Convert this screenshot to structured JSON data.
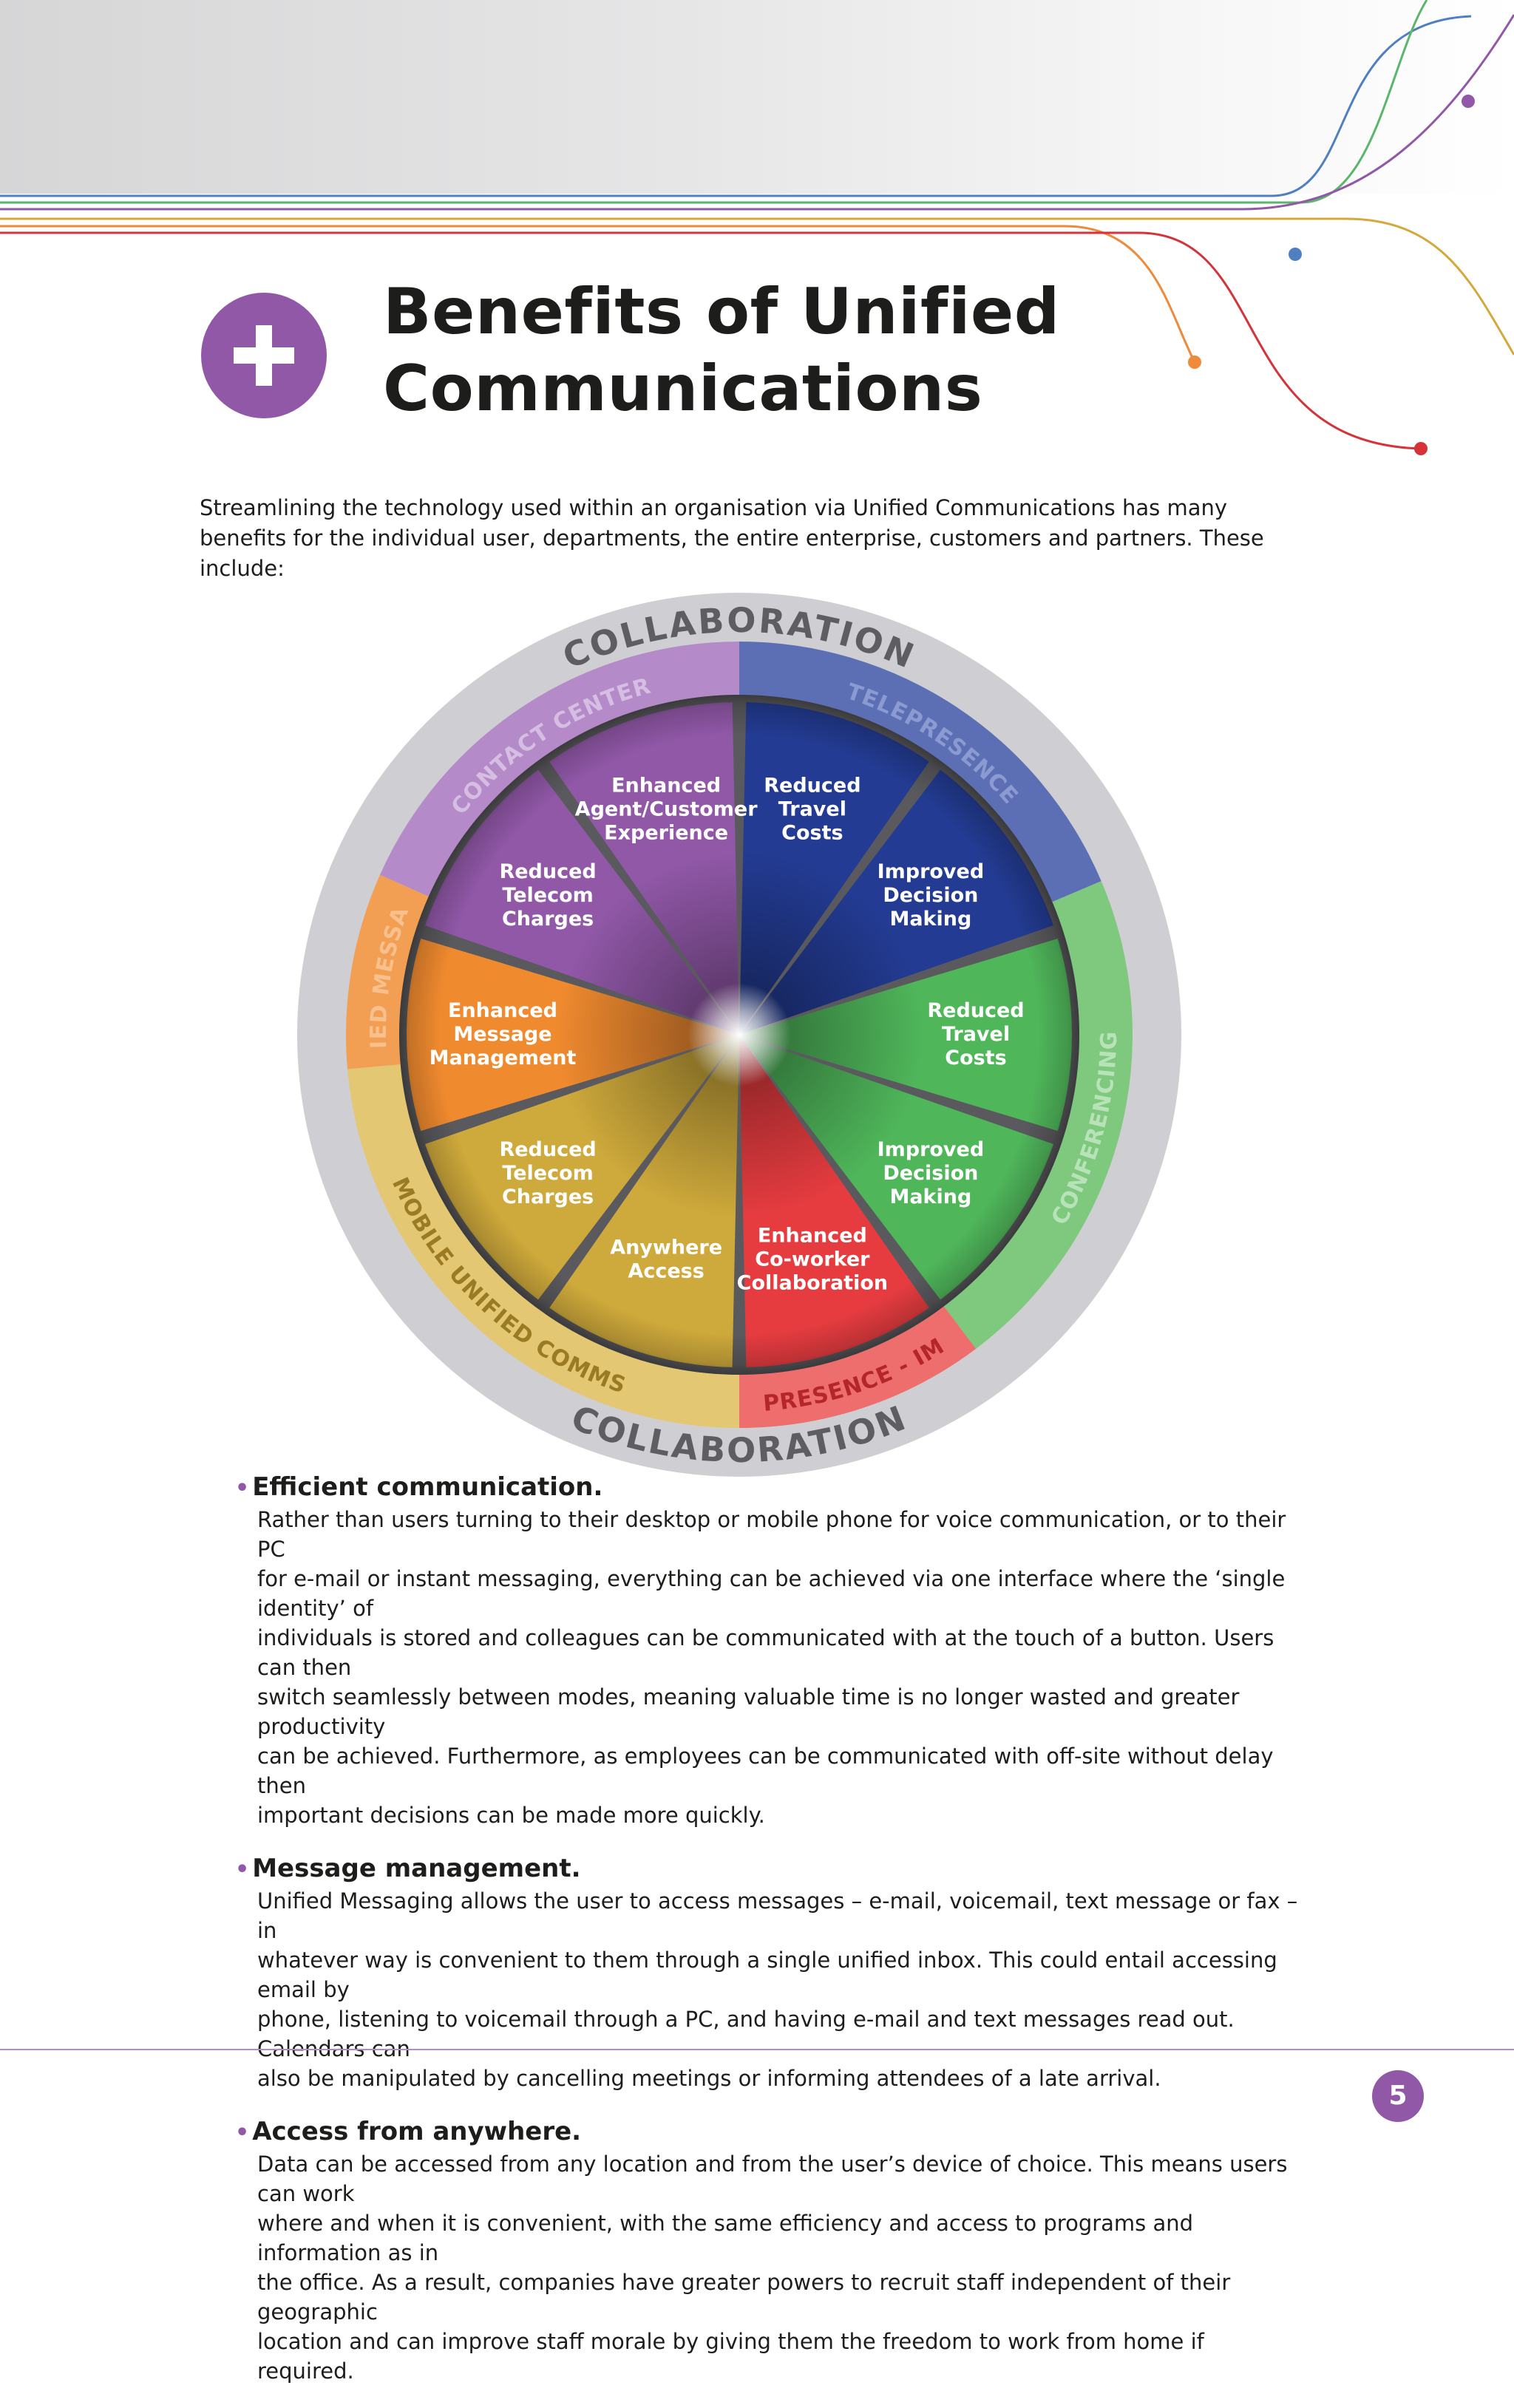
{
  "page": {
    "title_line1": "Benefits of Unified",
    "title_line2": "Communications",
    "page_number": "5",
    "accent_color": "#9158a8"
  },
  "intro": "Streamlining the technology used within an organisation via Unified Communications has many benefits for the individual user, departments, the entire enterprise, customers and partners. These include:",
  "wheel": {
    "ring_labels": [
      "COLLABORATION",
      "COLLABORATION"
    ],
    "categories": [
      {
        "label": "TELEPRESENCE",
        "color": "#5d6fb4"
      },
      {
        "label": "CONFERENCING",
        "color": "#7ec97e"
      },
      {
        "label": "PRESENCE - IM",
        "color": "#ee6e6e"
      },
      {
        "label": "MOBILE UNIFIED COMMS",
        "color": "#e3c772"
      },
      {
        "label": "UNIFIED MESSAGING",
        "color": "#f29e53"
      },
      {
        "label": "CONTACT CENTER",
        "color": "#b48ac8"
      }
    ],
    "segments": [
      {
        "lines": [
          "Reduced",
          "Travel",
          "Costs"
        ],
        "color": "#233b92"
      },
      {
        "lines": [
          "Improved",
          "Decision",
          "Making"
        ],
        "color": "#233b92"
      },
      {
        "lines": [
          "Reduced",
          "Travel",
          "Costs"
        ],
        "color": "#4fb65a"
      },
      {
        "lines": [
          "Improved",
          "Decision",
          "Making"
        ],
        "color": "#4fb65a"
      },
      {
        "lines": [
          "Enhanced",
          "Co-worker",
          "Collaboration"
        ],
        "color": "#e63c40"
      },
      {
        "lines": [
          "Anywhere",
          "Access"
        ],
        "color": "#cea93b"
      },
      {
        "lines": [
          "Reduced",
          "Telecom",
          "Charges"
        ],
        "color": "#cea93b"
      },
      {
        "lines": [
          "Enhanced",
          "Message",
          "Management"
        ],
        "color": "#f08a2f"
      },
      {
        "lines": [
          "Reduced",
          "Telecom",
          "Charges"
        ],
        "color": "#9158a8"
      },
      {
        "lines": [
          "Enhanced",
          "Agent/Customer",
          "Experience"
        ],
        "color": "#9158a8"
      }
    ]
  },
  "bullets": [
    {
      "heading": "Efficient communication.",
      "lines": [
        "Rather than users turning to their desktop or mobile phone for voice communication, or to their PC",
        "for e-mail or instant messaging, everything can be achieved via one interface where the ‘single identity’ of",
        "individuals is stored and colleagues can be communicated with at the touch of a button. Users can then",
        "switch seamlessly between modes, meaning valuable time is no longer wasted and greater productivity",
        "can be achieved. Furthermore, as employees can be communicated with off-site without delay then",
        "important decisions can be made more quickly."
      ]
    },
    {
      "heading": "Message management.",
      "lines": [
        "Unified Messaging allows the user to access messages – e-mail, voicemail, text message or fax – in",
        "whatever way is convenient to them through a single unified inbox. This could entail accessing email by",
        "phone, listening to voicemail through a PC, and having e-mail and text messages read out. Calendars can",
        "also be manipulated by cancelling meetings or informing attendees of a late arrival."
      ]
    },
    {
      "heading": "Access from anywhere.",
      "lines": [
        "Data can be accessed from any location and from the user’s device of choice. This means users can work",
        "where and when it is convenient, with the same efficiency and access to programs and information as in",
        "the office. As a result, companies have greater powers to recruit staff independent of their geographic",
        "location and can improve staff morale by giving them the freedom to work from home if required."
      ]
    }
  ]
}
